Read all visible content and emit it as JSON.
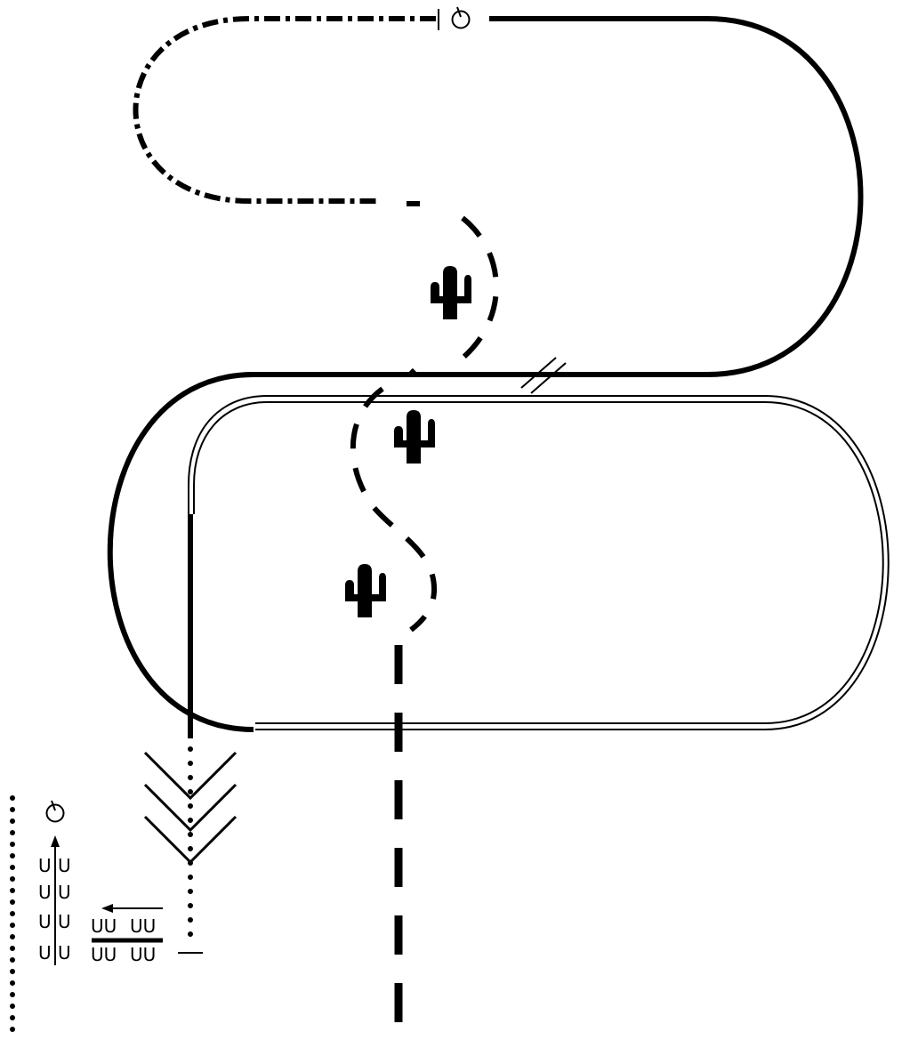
{
  "diagram": {
    "stroke_color": "#000000",
    "background_color": "#ffffff",
    "track_symbols": {
      "ditch_rows": [
        [
          "U",
          "U"
        ],
        [
          "U",
          "U"
        ],
        [
          "U",
          "U"
        ],
        [
          "U",
          "U"
        ]
      ],
      "moguls_upper": [
        "UU",
        "UU"
      ],
      "moguls_lower": [
        "UU",
        "UU"
      ]
    },
    "icons": {
      "start_marker": "stopwatch-icon",
      "legend_marker": "stopwatch-icon",
      "cactus": "cactus-icon",
      "chevron": "chevron-down-icon"
    }
  }
}
